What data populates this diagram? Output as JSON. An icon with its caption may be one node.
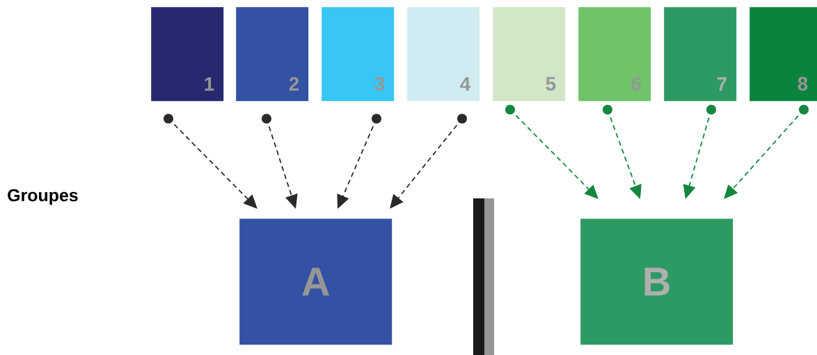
{
  "diagram": {
    "nodes": [
      {
        "text": [
          "1"
        ]
      },
      {
        "text": [
          "2"
        ]
      },
      {
        "text": [
          "3"
        ]
      },
      {
        "text": [
          "4"
        ]
      },
      {
        "text": [
          "5"
        ]
      },
      {
        "text": [
          "6"
        ]
      },
      {
        "text": [
          "7"
        ]
      },
      {
        "text": [
          "8"
        ]
      },
      {
        "text": [
          "A"
        ]
      },
      {
        "text": [
          "B"
        ]
      }
    ],
    "edges": [
      {
        "from": 0,
        "to": 8,
        "arrow": "to",
        "style": "dashed",
        "color": "#2b2b2b"
      },
      {
        "from": 1,
        "to": 8,
        "arrow": "to",
        "style": "dashed",
        "color": "#2b2b2b"
      },
      {
        "from": 2,
        "to": 8,
        "arrow": "to",
        "style": "dashed",
        "color": "#2b2b2b"
      },
      {
        "from": 3,
        "to": 8,
        "arrow": "to",
        "style": "dashed",
        "color": "#2b2b2b"
      },
      {
        "from": 4,
        "to": 9,
        "arrow": "to",
        "style": "dashed",
        "color": "#13873f"
      },
      {
        "from": 5,
        "to": 9,
        "arrow": "to",
        "style": "dashed",
        "color": "#13873f"
      },
      {
        "from": 6,
        "to": 9,
        "arrow": "to",
        "style": "dashed",
        "color": "#13873f"
      },
      {
        "from": 7,
        "to": 9,
        "arrow": "to",
        "style": "dashed",
        "color": "#13873f"
      }
    ],
    "labels": [
      "Groupes"
    ]
  }
}
